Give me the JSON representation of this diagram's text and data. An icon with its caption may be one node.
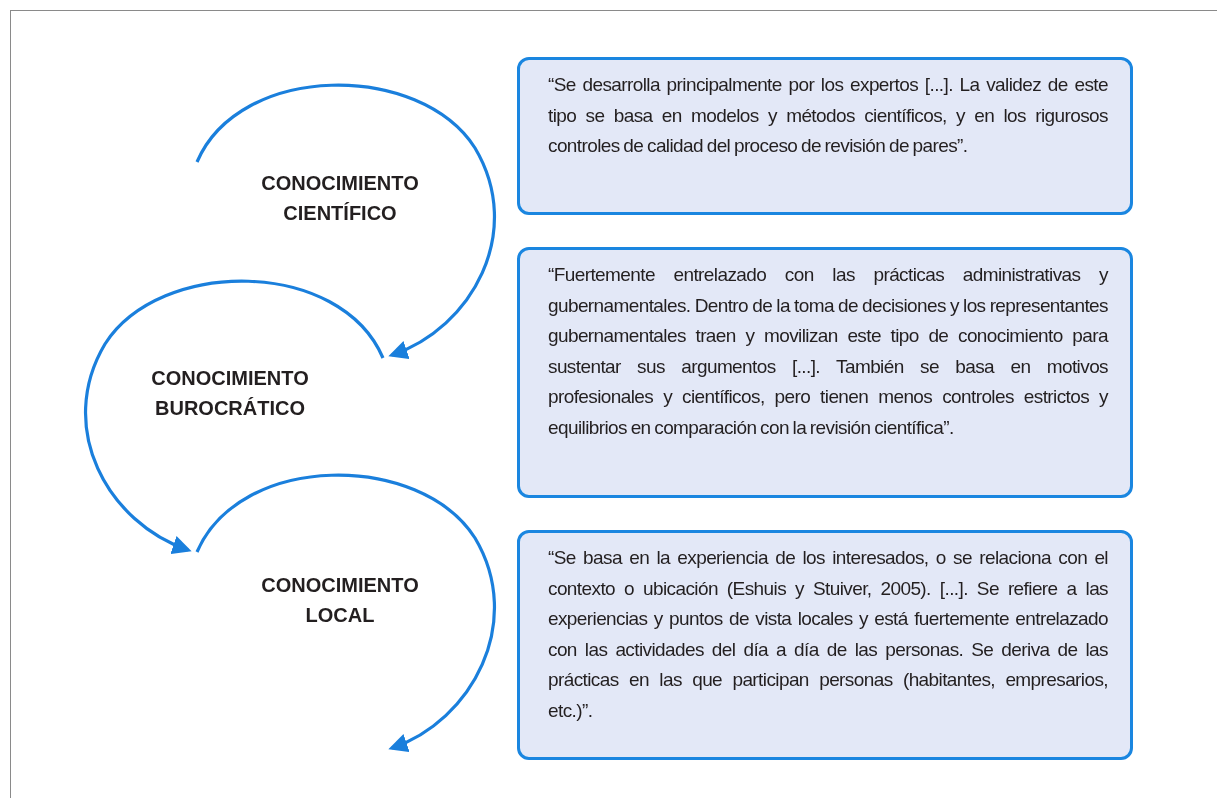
{
  "diagram": {
    "nodes": [
      {
        "text": [
          "CONOCIMIENTO CIENTÍFICO"
        ]
      },
      {
        "text": [
          "CONOCIMIENTO BUROCRÁTICO"
        ]
      },
      {
        "text": [
          "CONOCIMIENTO LOCAL"
        ]
      },
      {
        "text": [
          "“Se desarrolla principalmente por los expertos [...]. La validez de este tipo se basa en modelos y métodos científicos, y en los rigurosos controles de calidad del proceso de revisión de pares”."
        ]
      },
      {
        "text": [
          "“Fuertemente entrelazado con las prácticas administrativas y gubernamentales. Dentro de la toma de decisiones y los representantes gubernamentales traen y movilizan este tipo de conocimiento para sustentar sus argumentos [...]. También se basa en motivos profesionales y científicos, pero tienen menos controles estrictos y equilibrios en comparación con la revisión científica”."
        ]
      },
      {
        "text": [
          "“Se basa en la experiencia de los interesados, o se relaciona con el contexto o ubicación (Eshuis y Stuiver, 2005). [...]. Se refiere a las experiencias y puntos de vista locales y está fuertemente entrelazado con las actividades del día a día de las personas. Se deriva de las prácticas en las que participan personas (habitantes, empresarios, etc.)”."
        ]
      }
    ],
    "edges": [
      {
        "from": 0,
        "to": 1,
        "arrow": "to"
      },
      {
        "from": 1,
        "to": 2,
        "arrow": "to"
      },
      {
        "from": 2,
        "to": null,
        "arrow": "to"
      }
    ]
  }
}
